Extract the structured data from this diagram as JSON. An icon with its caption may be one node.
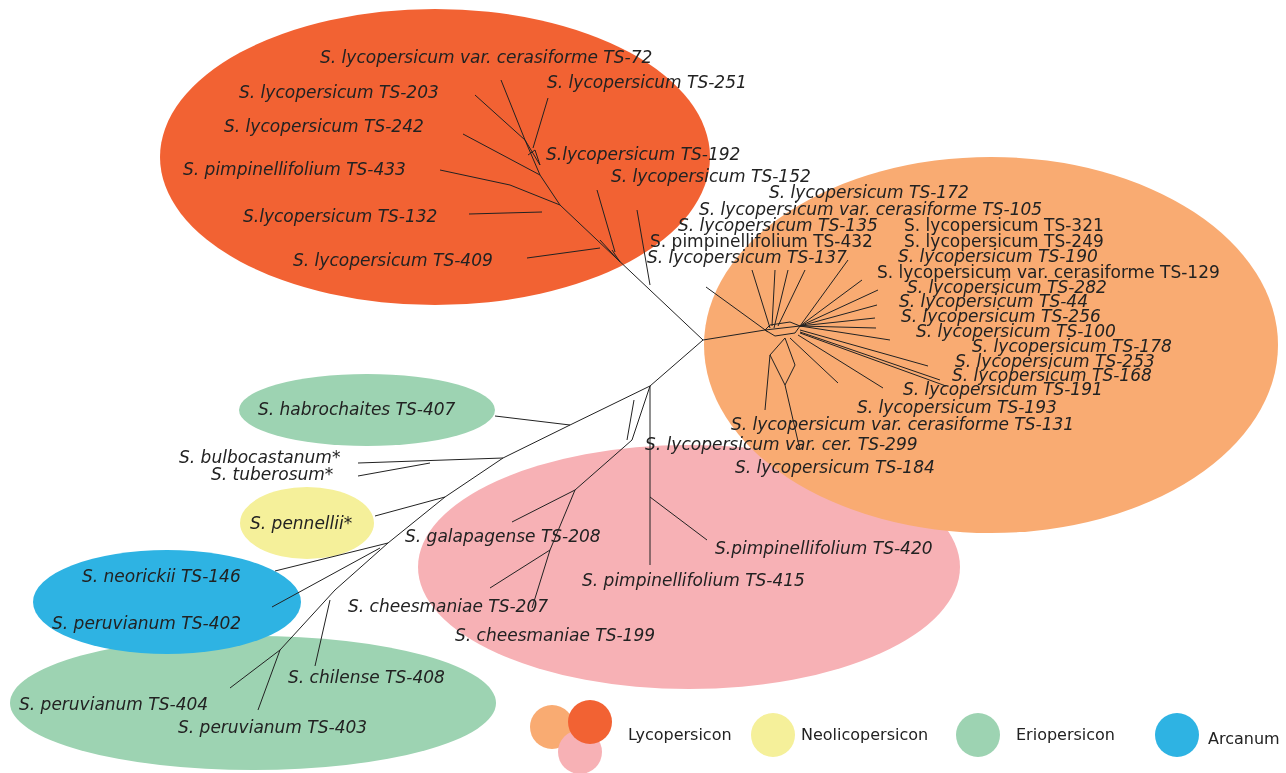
{
  "diagram": {
    "nodes": [
      {
        "text": [
          "S. lycopersicum var. cerasiforme TS-72",
          "S. lycopersicum TS-251",
          "S. lycopersicum TS-203",
          "S. lycopersicum TS-242",
          "S.lycopersicum TS-192",
          "S. pimpinellifolium TS-433",
          "S.lycopersicum TS-132",
          "S. lycopersicum TS-409"
        ]
      },
      {
        "text": [
          "S. lycopersicum TS-152",
          "S. lycopersicum TS-172",
          "S. lycopersicum var. cerasiforme TS-105",
          "S. lycopersicum TS-135",
          "S. pimpinellifolium TS-432",
          "S. lycopersicum TS-137",
          "S. lycopersicum TS-321",
          "S. lycopersicum TS-249",
          "S. lycopersicum TS-190",
          "S. lycopersicum var. cerasiforme TS-129",
          "S. lycopersicum TS-282",
          "S. lycopersicum TS-44",
          "S. lycopersicum TS-256",
          "S. lycopersicum TS-100",
          "S. lycopersicum TS-178",
          "S. lycopersicum TS-253",
          "S. lycopersicum TS-168",
          "S. lycopersicum TS-191",
          "S. lycopersicum TS-193",
          "S. lycopersicum var. cerasiforme TS-131",
          "S. lycopersicum var. cer. TS-299"
        ]
      },
      {
        "text": [
          "S. habrochaites TS-407"
        ]
      },
      {
        "text": [
          "S. pennellii*"
        ]
      },
      {
        "text": [
          "S. neorickii TS-146",
          "S. peruvianum TS-402"
        ]
      },
      {
        "text": [
          "S. lycopersicum TS-184",
          "S. galapagense TS-208",
          "S.pimpinellifolium TS-420",
          "S. pimpinellifolium TS-415",
          "S. cheesmaniae TS-207",
          "S. cheesmaniae TS-199"
        ]
      },
      {
        "text": [
          "S. chilense TS-408",
          "S. peruvianum TS-404",
          "S. peruvianum TS-403"
        ]
      }
    ],
    "labels": [
      "S. bulbocastanum*",
      "S. tuberosum*"
    ],
    "legend": [
      {
        "text": "Lycopersicon",
        "color": "#f26233"
      },
      {
        "text": "Neolicopersicon",
        "color": "#f5f09a"
      },
      {
        "text": "Eriopersicon",
        "color": "#9dd3b2"
      },
      {
        "text": "Arcanum",
        "color": "#2eb3e3"
      }
    ]
  }
}
